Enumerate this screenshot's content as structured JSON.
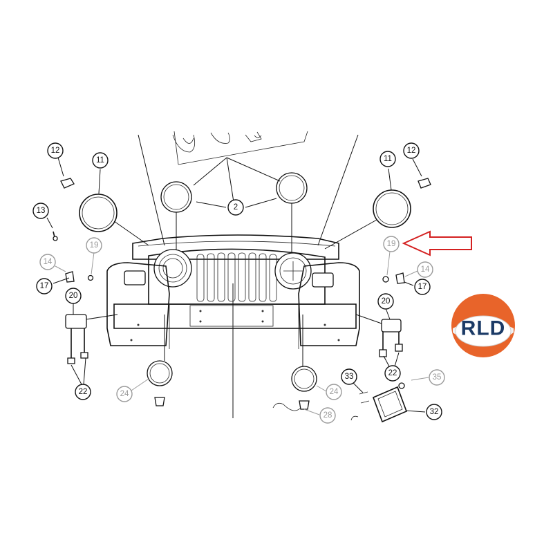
{
  "callouts": [
    {
      "label": "12",
      "faded": false
    },
    {
      "label": "11",
      "faded": false
    },
    {
      "label": "13",
      "faded": false
    },
    {
      "label": "19",
      "faded": true
    },
    {
      "label": "14",
      "faded": true
    },
    {
      "label": "17",
      "faded": false
    },
    {
      "label": "20",
      "faded": false
    },
    {
      "label": "22",
      "faded": false
    },
    {
      "label": "24",
      "faded": true
    },
    {
      "label": "2",
      "faded": false
    },
    {
      "label": "11",
      "faded": false
    },
    {
      "label": "12",
      "faded": false
    },
    {
      "label": "19",
      "faded": true
    },
    {
      "label": "14",
      "faded": true
    },
    {
      "label": "17",
      "faded": false
    },
    {
      "label": "20",
      "faded": false
    },
    {
      "label": "22",
      "faded": false
    },
    {
      "label": "24",
      "faded": true
    },
    {
      "label": "33",
      "faded": false
    },
    {
      "label": "35",
      "faded": true
    },
    {
      "label": "32",
      "faded": false
    },
    {
      "label": "28",
      "faded": true
    }
  ],
  "logo": {
    "text": "RLD",
    "ring_color": "#e8642a",
    "text_color": "#1b3a66"
  },
  "arrow": {
    "color": "#d42020"
  }
}
